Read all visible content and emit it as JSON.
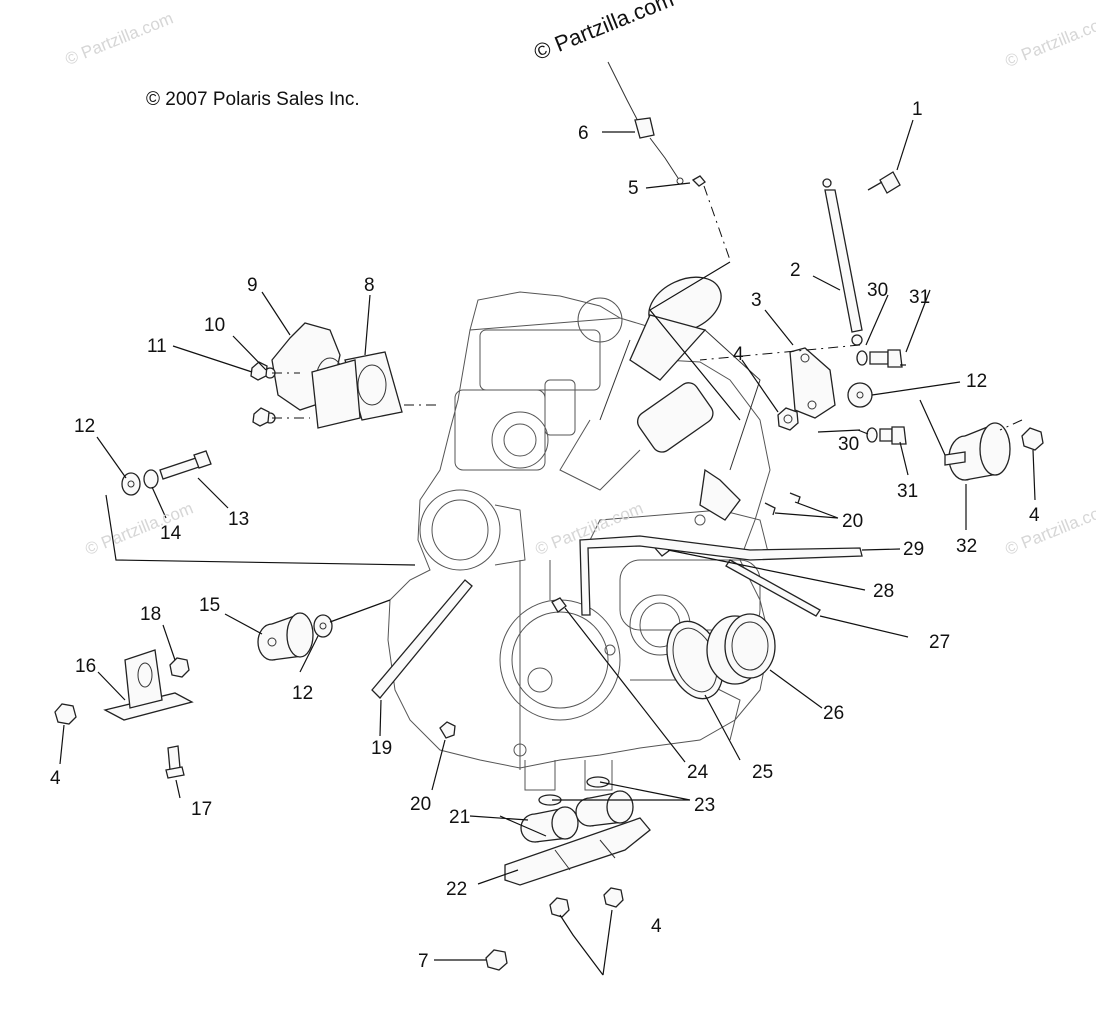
{
  "copyright": "© 2007 Polaris Sales Inc.",
  "watermark_main": "© Partzilla.com",
  "watermark_faint": "© Partzilla.com",
  "callouts": {
    "c1": "1",
    "c2": "2",
    "c3": "3",
    "c4a": "4",
    "c4b": "4",
    "c4c": "4",
    "c4d": "4",
    "c5": "5",
    "c6": "6",
    "c7": "7",
    "c8": "8",
    "c9": "9",
    "c10": "10",
    "c11": "11",
    "c12a": "12",
    "c12b": "12",
    "c12c": "12",
    "c13": "13",
    "c14": "14",
    "c15": "15",
    "c16": "16",
    "c17": "17",
    "c18": "18",
    "c19": "19",
    "c20a": "20",
    "c20b": "20",
    "c21": "21",
    "c22": "22",
    "c23": "23",
    "c24": "24",
    "c25": "25",
    "c26": "26",
    "c27": "27",
    "c28": "28",
    "c29": "29",
    "c30a": "30",
    "c30b": "30",
    "c31a": "31",
    "c31b": "31",
    "c32": "32"
  }
}
